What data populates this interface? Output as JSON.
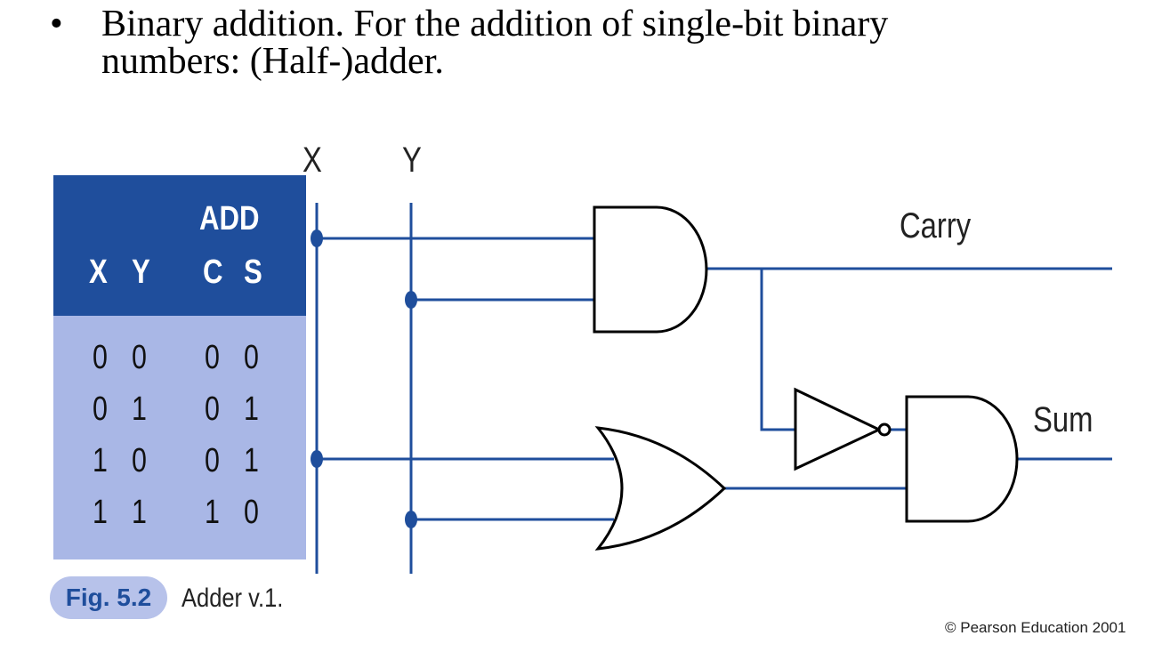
{
  "slide": {
    "bullet_symbol": "•",
    "bullet_line1": "Binary addition. For the addition of single-bit binary",
    "bullet_line2": "numbers: (Half-)adder."
  },
  "truth_table": {
    "header_group": "ADD",
    "columns": [
      "X",
      "Y",
      "C",
      "S"
    ],
    "rows": [
      [
        "0",
        "0",
        "0",
        "0"
      ],
      [
        "0",
        "1",
        "0",
        "1"
      ],
      [
        "1",
        "0",
        "0",
        "1"
      ],
      [
        "1",
        "1",
        "1",
        "0"
      ]
    ],
    "colors": {
      "header": "#1f4e9c",
      "body": "#a9b7e6"
    }
  },
  "circuit": {
    "input_x_label": "X",
    "input_y_label": "Y",
    "carry_label": "Carry",
    "sum_label": "Sum",
    "gates": [
      "and-gate",
      "or-gate",
      "not-gate",
      "and-gate"
    ],
    "wire_color": "#1f4e9c"
  },
  "figure": {
    "badge": "Fig. 5.2",
    "caption": "Adder v.1."
  },
  "copyright": "© Pearson Education 2001"
}
